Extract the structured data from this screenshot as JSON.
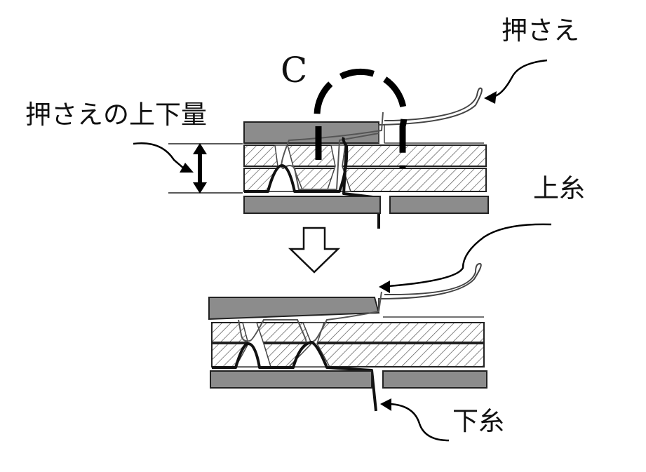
{
  "labels": {
    "presser_foot": "押さえ",
    "presser_amount": "押さえの上下量",
    "detail_marker": "C",
    "upper_thread": "上糸",
    "lower_thread": "下糸"
  },
  "colors": {
    "plate": "#8c8c8c",
    "fabric_fill": "#f2f2f2",
    "hatch": "#555555",
    "thread": "#111111",
    "outline": "#222222",
    "dashed_circle": "#000000"
  }
}
